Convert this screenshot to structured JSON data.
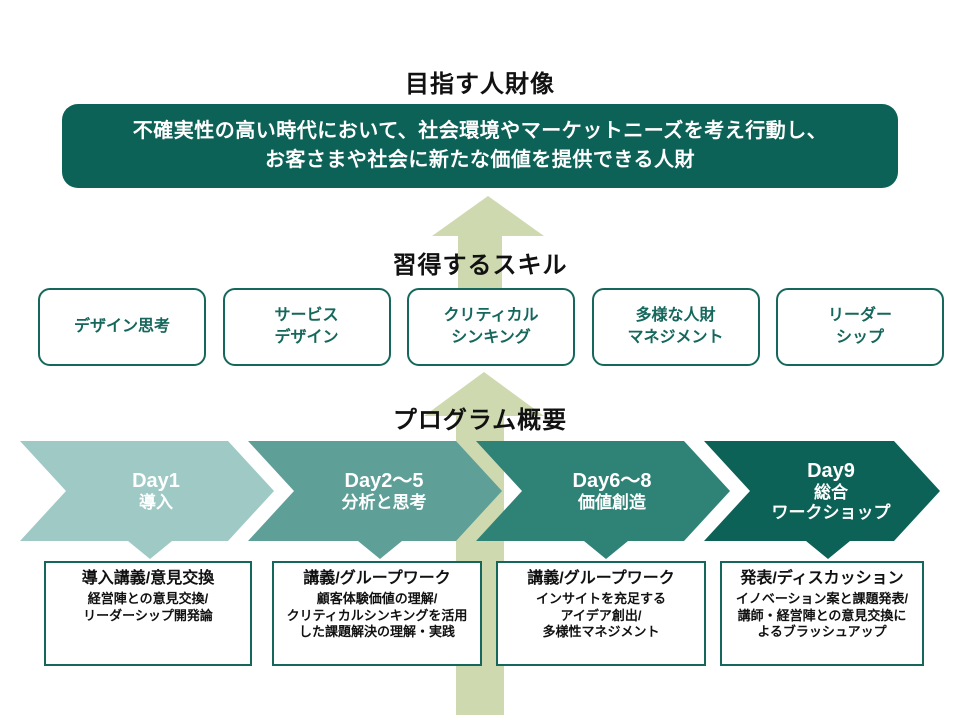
{
  "colors": {
    "banner_teal": "#0d6257",
    "dark_teal": "#15675c",
    "chev_day1": "#9ec9c5",
    "chev_day2": "#5e9f98",
    "chev_day3": "#2f8276",
    "chev_day4": "#0d6257",
    "bg_arrow_green": "#cfd9b0",
    "white": "#ffffff"
  },
  "vision": {
    "heading": "目指す人財像",
    "banner_line1": "不確実性の高い時代において、社会環境やマーケットニーズを考え行動し、",
    "banner_line2": "お客さまや社会に新たな価値を提供できる人財"
  },
  "skills": {
    "heading": "習得するスキル",
    "items": [
      {
        "line1": "デザイン思考",
        "line2": ""
      },
      {
        "line1": "サービス",
        "line2": "デザイン"
      },
      {
        "line1": "クリティカル",
        "line2": "シンキング"
      },
      {
        "line1": "多様な人財",
        "line2": "マネジメント"
      },
      {
        "line1": "リーダー",
        "line2": "シップ"
      }
    ]
  },
  "program": {
    "heading": "プログラム概要",
    "phases": [
      {
        "day": "Day1",
        "theme": "導入",
        "theme2": "",
        "color": "#9ec9c5",
        "detail_title": "導入講義/意見交換",
        "detail_lines": [
          "経営陣との意見交換/",
          "リーダーシップ開発論"
        ]
      },
      {
        "day": "Day2〜5",
        "theme": "分析と思考",
        "theme2": "",
        "color": "#5e9f98",
        "detail_title": "講義/グループワーク",
        "detail_lines": [
          "顧客体験価値の理解/",
          "クリティカルシンキングを活用",
          "した課題解決の理解・実践"
        ]
      },
      {
        "day": "Day6〜8",
        "theme": "価値創造",
        "theme2": "",
        "color": "#2f8276",
        "detail_title": "講義/グループワーク",
        "detail_lines": [
          "インサイトを充足する",
          "アイデア創出/",
          "多様性マネジメント"
        ]
      },
      {
        "day": "Day9",
        "theme": "総合",
        "theme2": "ワークショップ",
        "color": "#0d6257",
        "detail_title": "発表/ディスカッション",
        "detail_lines": [
          "イノベーション案と課題発表/",
          "講師・経営陣との意見交換に",
          "よるブラッシュアップ"
        ]
      }
    ]
  }
}
